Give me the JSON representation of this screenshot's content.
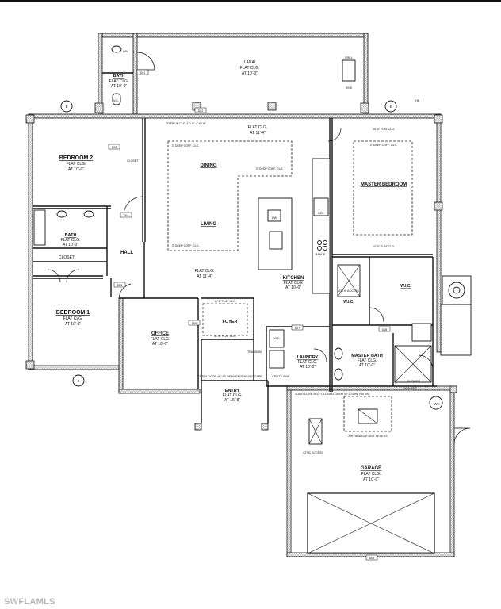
{
  "rooms": {
    "lanai": {
      "name": "LANAI",
      "ceiling": "FLAT CLG.",
      "height": "AT 10'-0\""
    },
    "bath_top": {
      "name": "BATH",
      "ceiling": "FLAT CLG.",
      "height": "AT 10'-0\""
    },
    "bedroom2": {
      "name": "BEDROOM 2",
      "ceiling": "FLAT CLG.",
      "height": "AT 10'-0\""
    },
    "bath2": {
      "name": "BATH",
      "ceiling": "FLAT CLG.",
      "height": "AT 10'-0\""
    },
    "closet": {
      "name": "CLOSET"
    },
    "hall": {
      "name": "HALL"
    },
    "bedroom1": {
      "name": "BEDROOM 1",
      "ceiling": "FLAT CLG.",
      "height": "AT 10'-0\""
    },
    "office": {
      "name": "OFFICE",
      "ceiling": "FLAT CLG.",
      "height": "AT 10'-0\""
    },
    "dining": {
      "name": "DINING"
    },
    "living": {
      "name": "LIVING",
      "ceiling": "FLAT CLG.",
      "height": "AT 11'-4\""
    },
    "great_room": {
      "ceiling": "FLAT CLG.",
      "height": "AT 11'-4\""
    },
    "foyer": {
      "name": "FOYER",
      "top": "11'-8\" FLAT CLG.",
      "bottom": "11'-8\" FLAT CLG."
    },
    "entry": {
      "name": "ENTRY",
      "ceiling": "FLAT CLG.",
      "height": "AT 15'-8\""
    },
    "kitchen": {
      "name": "KITCHEN",
      "ceiling": "FLAT CLG.",
      "height": "AT 10'-0\""
    },
    "laundry": {
      "name": "LAUNDRY",
      "ceiling": "FLAT CLG.",
      "height": "AT 10'-0\""
    },
    "master_bedroom": {
      "name": "MASTER BEDROOM",
      "top": "10'-0\" FLAT CLG.",
      "bottom": "10'-0\" FLAT CLG."
    },
    "wic_left": {
      "name": "W.I.C."
    },
    "wic_right": {
      "name": "W.I.C."
    },
    "master_bath": {
      "name": "MASTER BATH",
      "ceiling": "FLAT CLG.",
      "height": "AT 10'-0\""
    },
    "shower": {
      "name": "SHOWER"
    },
    "garage": {
      "name": "GARAGE",
      "ceiling": "FLAT CLG.",
      "height": "AT 10'-0\""
    }
  },
  "notes": {
    "step_up": "STEP UP CLG. TO 11'-4\" FLAT",
    "coffer": "3\" DEEP COFF. CLG.",
    "grill": "GRILL",
    "sink": "SINK",
    "lav": "LAV.",
    "wc": "W.C.",
    "washer_dryer": "W/D",
    "closet": "CLOSET",
    "attic_access": "ATTIC ACCESS",
    "transom": "TRANSOM",
    "utility_sink": "UTILITY SINK",
    "entry_door": "ENTRY DOOR 48\" AS OF EMERGENCY ESCAPE",
    "garage_door": "SOLID CORE SELF CLOSING DOOR W/ 20 MIN. RATING",
    "air_handler": "AIR HANDLER UNIT RECESS",
    "non_brg": "NON-BRG",
    "ref": "REF.",
    "dw": "DW",
    "range": "RANGE",
    "wh": "WH",
    "hb": "HB",
    "marker": "E"
  },
  "door_tags": [
    "D01",
    "D02",
    "D03",
    "D04",
    "D05",
    "D06",
    "D07",
    "D08",
    "D09"
  ],
  "watermark": "SWFLAMLS"
}
